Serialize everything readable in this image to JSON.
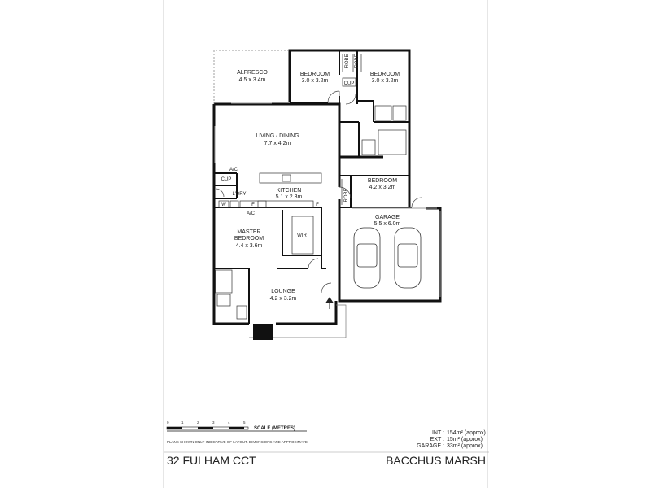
{
  "rooms": {
    "alfresco": {
      "name": "ALFRESCO",
      "size": "4.5 x 3.4m"
    },
    "bedroom2": {
      "name": "BEDROOM",
      "size": "3.0 x 3.2m"
    },
    "bedroom3": {
      "name": "BEDROOM",
      "size": "3.0 x 3.2m"
    },
    "living": {
      "name": "LIVING / DINING",
      "size": "7.7 x 4.2m"
    },
    "bedroom4": {
      "name": "BEDROOM",
      "size": "4.2 x 3.2m"
    },
    "kitchen": {
      "name": "KITCHEN",
      "size": "5.1 x 2.3m"
    },
    "garage": {
      "name": "GARAGE",
      "size": "5.5 x 6.0m"
    },
    "master": {
      "name1": "MASTER",
      "name2": "BEDROOM",
      "size": "4.4 x 3.6m"
    },
    "lounge": {
      "name": "LOUNGE",
      "size": "4.2 x 3.2m"
    }
  },
  "labels": {
    "robe": "ROBE",
    "cup": "CUP",
    "ac": "A/C",
    "ldry": "L'DRY",
    "wir": "WIR",
    "fridge": "F",
    "washer": "W"
  },
  "scale": {
    "ticks": [
      "0",
      "1",
      "2",
      "3",
      "4",
      "5"
    ],
    "title": "SCALE (METRES)",
    "disclaimer": "PLANS SHOWN ONLY INDICATIVE OF LAYOUT. DIMENSIONS ARE APPROXIMATE."
  },
  "areas": [
    {
      "label": "INT :",
      "value": "154m² (approx)"
    },
    {
      "label": "EXT :",
      "value": "15m² (approx)"
    },
    {
      "label": "GARAGE :",
      "value": "33m² (approx)"
    }
  ],
  "footer": {
    "address": "32 FULHAM CCT",
    "suburb": "BACCHUS MARSH"
  }
}
